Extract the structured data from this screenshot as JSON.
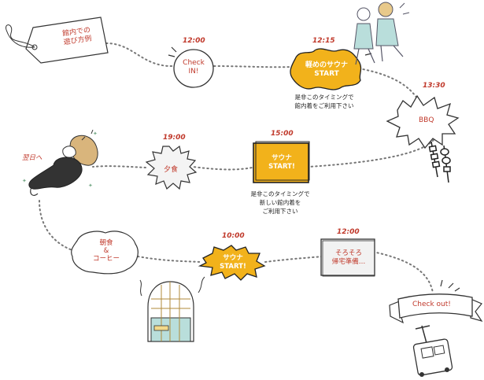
{
  "tag": {
    "line1": "館内での",
    "line2": "遊び方例"
  },
  "timeline": {
    "check_in": {
      "time": "12:00",
      "line1": "Check",
      "line2": "IN!"
    },
    "light_sauna": {
      "time": "12:15",
      "line1": "軽めのサウナ",
      "line2": "START"
    },
    "light_sauna_note": {
      "line1": "是非このタイミングで",
      "line2": "館内着をご利用下さい"
    },
    "bbq": {
      "time": "13:30",
      "label": "BBQ"
    },
    "sauna": {
      "time": "15:00",
      "line1": "サウナ",
      "line2": "START!"
    },
    "sauna_note": {
      "line1": "是非このタイミングで",
      "line2": "新しい館内着を",
      "line3": "ご利用下さい"
    },
    "dinner": {
      "time": "19:00",
      "label": "夕食"
    },
    "next_day": {
      "label": "翌日へ"
    },
    "breakfast": {
      "line1": "朝食",
      "line2": "&",
      "line3": "コーヒー"
    },
    "morning_sauna": {
      "time": "10:00",
      "line1": "サウナ",
      "line2": "START!"
    },
    "prepare": {
      "time": "12:00",
      "line1": "そろそろ",
      "line2": "帰宅準備…"
    },
    "check_out": {
      "label": "Check out!"
    }
  },
  "colors": {
    "accent": "#c0392b",
    "yellow": "#f2b21b",
    "ink": "#222222"
  }
}
